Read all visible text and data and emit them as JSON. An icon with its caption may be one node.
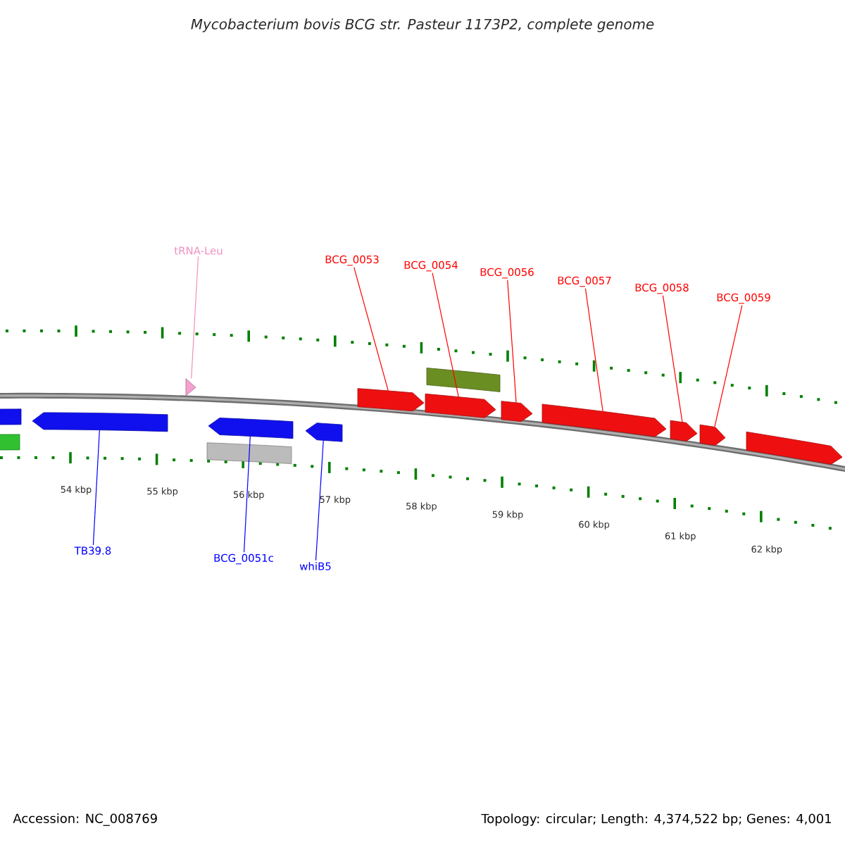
{
  "diagram": {
    "title": "Mycobacterium bovis BCG str. Pasteur 1173P2, complete genome",
    "nodes": [
      {
        "text": [
          "tRNA-Leu"
        ]
      },
      {
        "text": [
          "BCG_0053"
        ]
      },
      {
        "text": [
          "BCG_0054"
        ]
      },
      {
        "text": [
          "BCG_0056"
        ]
      },
      {
        "text": [
          "BCG_0057"
        ]
      },
      {
        "text": [
          "BCG_0058"
        ]
      },
      {
        "text": [
          "BCG_0059"
        ]
      },
      {
        "text": [],
        "shape": "box"
      },
      {
        "text": [],
        "shape": "box"
      },
      {
        "text": [],
        "shape": "arrow"
      },
      {
        "text": [],
        "shape": "triangle"
      },
      {
        "text": [],
        "shape": "box"
      },
      {
        "text": [],
        "shape": "arrow"
      },
      {
        "text": [],
        "shape": "arrow"
      },
      {
        "text": [],
        "shape": "arrow"
      },
      {
        "text": [],
        "shape": "box"
      },
      {
        "text": [],
        "shape": "arrow"
      },
      {
        "text": [],
        "shape": "arrow"
      },
      {
        "text": [],
        "shape": "arrow"
      },
      {
        "text": [],
        "shape": "arrow"
      },
      {
        "text": [],
        "shape": "arrow"
      },
      {
        "text": [],
        "shape": "arrow"
      },
      {
        "text": [
          "TB39.8"
        ]
      },
      {
        "text": [
          "BCG_0051c"
        ]
      },
      {
        "text": [
          "whiB5"
        ]
      }
    ],
    "edges": [
      {
        "from": 0,
        "to": 10,
        "arrow": "none",
        "color": "#f090c0"
      },
      {
        "from": 1,
        "to": 14,
        "arrow": "none"
      },
      {
        "from": 2,
        "to": 16,
        "arrow": "none"
      },
      {
        "from": 3,
        "to": 17,
        "arrow": "none"
      },
      {
        "from": 4,
        "to": 18,
        "arrow": "none"
      },
      {
        "from": 5,
        "to": 19,
        "arrow": "none"
      },
      {
        "from": 6,
        "to": 20,
        "arrow": "none"
      },
      {
        "from": 22,
        "to": 9,
        "arrow": "none",
        "color": "#0000ff"
      },
      {
        "from": 23,
        "to": 12,
        "arrow": "none",
        "color": "#0000ff"
      },
      {
        "from": 24,
        "to": 13,
        "arrow": "none",
        "color": "#0000ff"
      }
    ],
    "labels": [
      "54 kbp",
      "55 kbp",
      "56 kbp",
      "57 kbp",
      "58 kbp",
      "59 kbp",
      "60 kbp",
      "61 kbp",
      "62 kbp",
      "Accession: NC_008769",
      "Topology: circular; Length: 4,374,522 bp; Genes: 4,001"
    ]
  }
}
